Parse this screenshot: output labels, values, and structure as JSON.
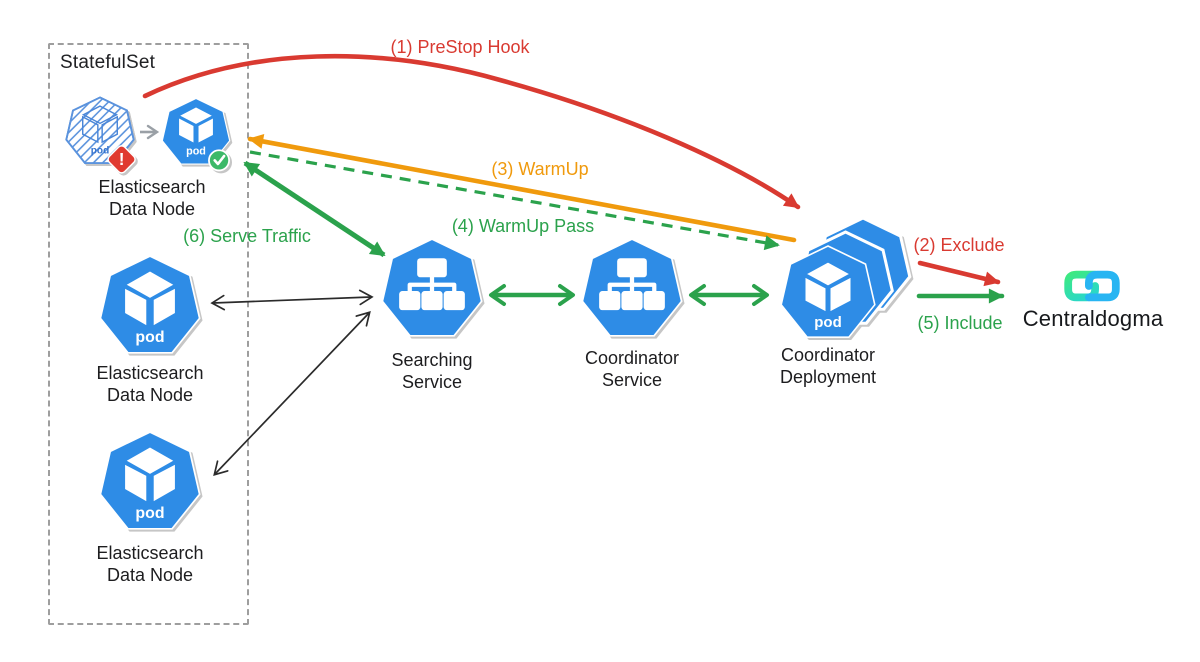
{
  "diagram": {
    "statefulset_label": "StatefulSet",
    "pod_text": "pod",
    "warning_glyph": "!",
    "nodes": {
      "es1": {
        "line1": "Elasticsearch",
        "line2": "Data Node"
      },
      "es2": {
        "line1": "Elasticsearch",
        "line2": "Data Node"
      },
      "es3": {
        "line1": "Elasticsearch",
        "line2": "Data Node"
      },
      "searching": {
        "line1": "Searching",
        "line2": "Service"
      },
      "coordinator_service": {
        "line1": "Coordinator",
        "line2": "Service"
      },
      "coordinator_deployment": {
        "line1": "Coordinator",
        "line2": "Deployment"
      }
    },
    "flows": {
      "prestop": "(1) PreStop Hook",
      "exclude": "(2) Exclude",
      "warmup": "(3) WarmUp",
      "warmup_pass": "(4) WarmUp Pass",
      "include": "(5) Include",
      "serve_traffic": "(6) Serve Traffic"
    },
    "brand": "Centraldogma",
    "icons": {
      "pod": "pod-heptagon-cube-icon",
      "terminating_pod": "hatched-pod-heptagon-icon",
      "service": "service-heptagon-tree-icon",
      "deployment": "stacked-pod-heptagons-icon",
      "warning_badge": "exclamation-diamond-icon",
      "ready_badge": "check-circle-icon",
      "brand_logo": "centraldogma-infinity-icon"
    },
    "colors": {
      "k8s_blue": "#2E8CE6",
      "arrow_green": "#2BA24C",
      "arrow_red": "#D93A31",
      "arrow_orange": "#F09A0D",
      "arrow_gray": "#9AA0A6",
      "box_dash_gray": "#9E9E9E",
      "badge_green": "#3CB968",
      "badge_red": "#E03A30",
      "logo_green": "#3DE981",
      "logo_teal": "#2BD8C5",
      "logo_blue": "#28B5F2"
    }
  }
}
